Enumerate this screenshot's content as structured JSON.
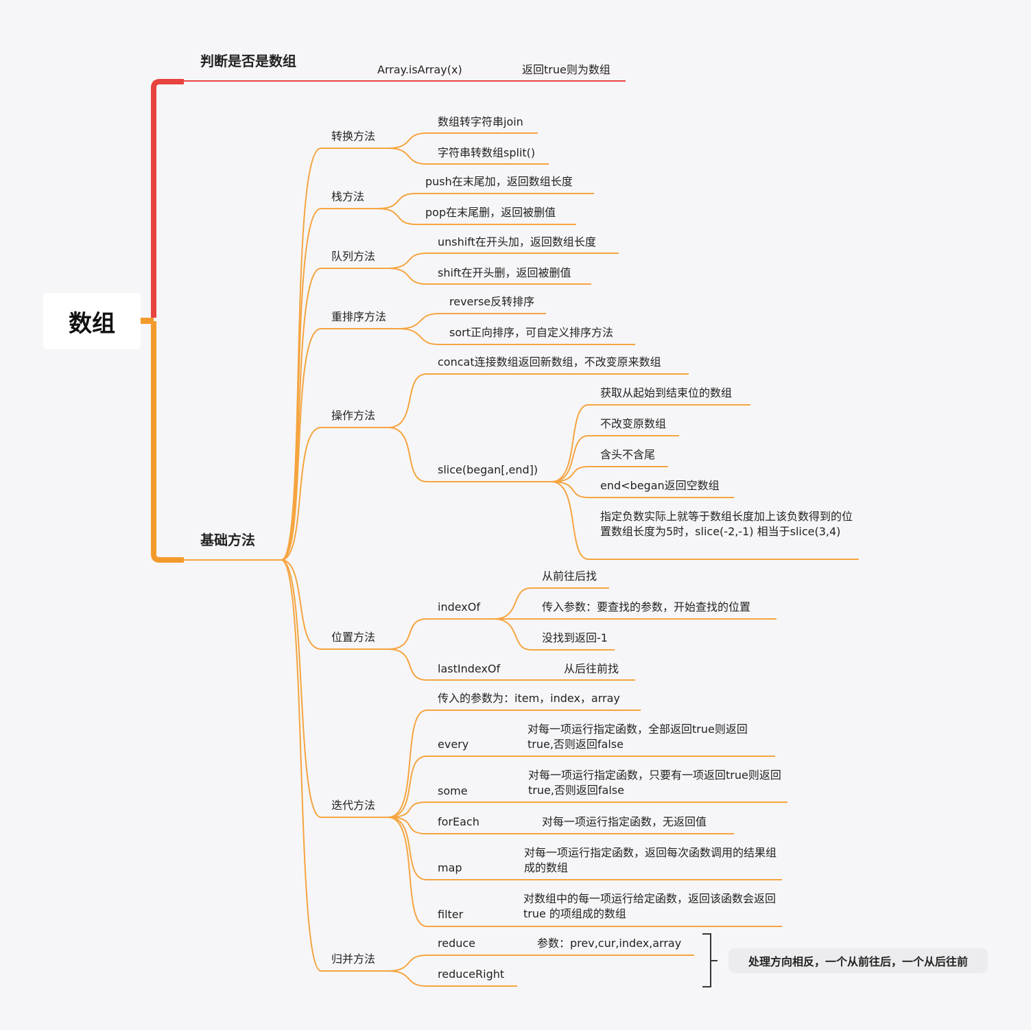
{
  "root": "数组",
  "branch_red": {
    "label": "判断是否是数组",
    "child": {
      "label": "Array.isArray(x)",
      "note": "返回true则为数组"
    }
  },
  "branch_orange": {
    "label": "基础方法",
    "groups": [
      {
        "label": "转换方法",
        "items": [
          "数组转字符串join",
          "字符串转数组split()"
        ]
      },
      {
        "label": "栈方法",
        "items": [
          "push在末尾加，返回数组长度",
          "pop在末尾删，返回被删值"
        ]
      },
      {
        "label": "队列方法",
        "items": [
          "unshift在开头加，返回数组长度",
          "shift在开头删，返回被删值"
        ]
      },
      {
        "label": "重排序方法",
        "items": [
          "reverse反转排序",
          "sort正向排序，可自定义排序方法"
        ]
      },
      {
        "label": "操作方法",
        "concat": "concat连接数组返回新数组，不改变原来数组",
        "slice": {
          "label": "slice(began[,end])",
          "items": [
            "获取从起始到结束位的数组",
            "不改变原数组",
            "含头不含尾",
            "end<began返回空数组",
            "指定负数实际上就等于数组长度加上该负数得到的位置数组长度为5时，slice(-2,-1) 相当于slice(3,4)"
          ]
        }
      },
      {
        "label": "位置方法",
        "indexOf": {
          "label": "indexOf",
          "items": [
            "从前往后找",
            "传入参数：要查找的参数，开始查找的位置",
            "没找到返回-1"
          ]
        },
        "lastIndexOf": {
          "label": "lastIndexOf",
          "note": "从后往前找"
        }
      },
      {
        "label": "迭代方法",
        "params": "传入的参数为：item，index，array",
        "methods": [
          {
            "name": "every",
            "desc": "对每一项运行指定函数，全部返回true则返回true,否则返回false"
          },
          {
            "name": "some",
            "desc": "对每一项运行指定函数，只要有一项返回true则返回true,否则返回false"
          },
          {
            "name": "forEach",
            "desc": "对每一项运行指定函数，无返回值"
          },
          {
            "name": "map",
            "desc": "对每一项运行指定函数，返回每次函数调用的结果组成的数组"
          },
          {
            "name": "filter",
            "desc": "对数组中的每一项运行给定函数，返回该函数会返回 true 的项组成的数组"
          }
        ]
      },
      {
        "label": "归并方法",
        "reduce": {
          "label": "reduce",
          "note": "参数：prev,cur,index,array"
        },
        "reduceRight": {
          "label": "reduceRight"
        },
        "summary": "处理方向相反，一个从前往后，一个从后往前"
      }
    ]
  },
  "colors": {
    "red": "#e8433e",
    "orange": "#f5a43f",
    "orange_dark": "#f39a2d",
    "background": "#f6f6f8"
  }
}
